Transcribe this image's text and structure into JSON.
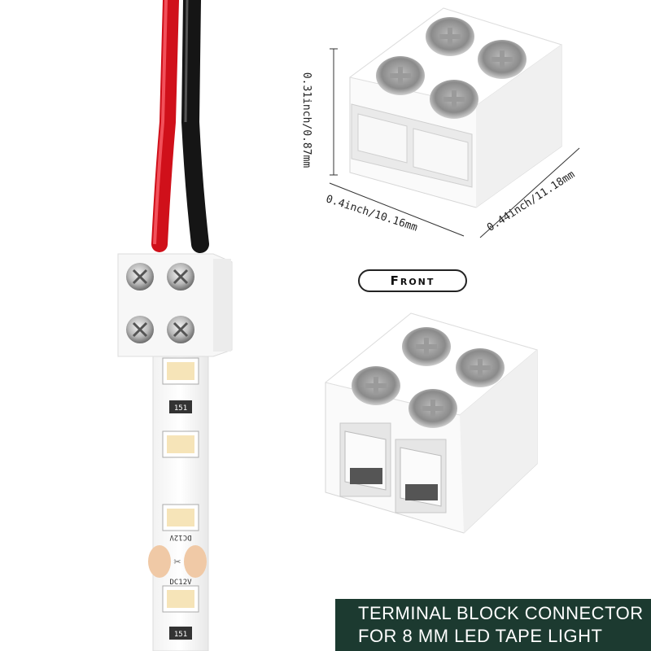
{
  "dimensions": {
    "height": "0.31inch/0.87mm",
    "width": "0.4inch/10.16mm",
    "depth": "0.44inch/11.18mm"
  },
  "view_label": "Front",
  "strip_markings": {
    "voltage": "DC12V",
    "resistor": "151"
  },
  "caption": {
    "line1": "TERMINAL BLOCK CONNECTOR",
    "line2": "FOR  8  MM LED TAPE LIGHT"
  },
  "colors": {
    "wire_red": "#d0101a",
    "wire_black": "#151515",
    "caption_bg": "#1c3a30",
    "led": "#f6e4b8",
    "copper_pad": "#f0c9a6"
  }
}
